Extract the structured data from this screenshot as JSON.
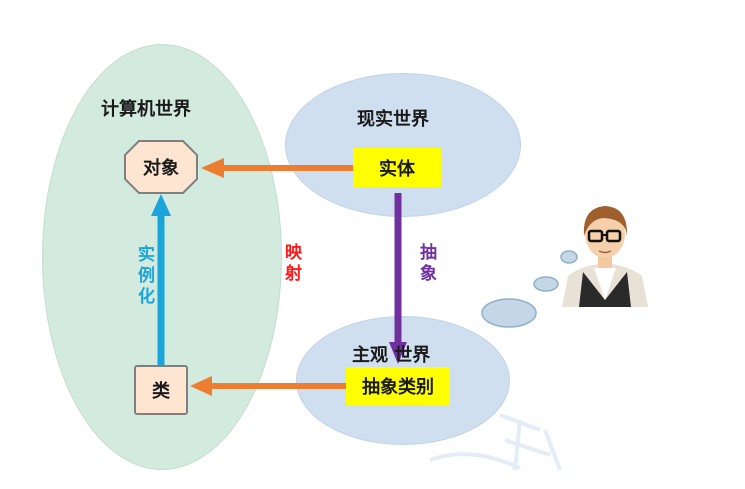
{
  "regions": {
    "computer_world": "计算机世界",
    "reality_world": "现实世界",
    "subjective_world": "主观 世界"
  },
  "nodes": {
    "object": "对象",
    "entity": "实体",
    "class": "类",
    "abstract_category": "抽象类别"
  },
  "relations": {
    "instantiate": "实例化",
    "map": "映射",
    "abstract": "抽象"
  },
  "colors": {
    "computer_world_fill": "#d3eadf",
    "reality_world_fill": "#cfdff0",
    "highlight_yellow": "#ffff00",
    "mapping_arrow": "#ed7d31",
    "instantiate_arrow": "#19a4dc",
    "abstract_arrow": "#7030a0",
    "map_text": "#ff1a1a"
  },
  "icons": {
    "person": "person-with-glasses-icon",
    "thought": "thought-bubble-icon"
  }
}
